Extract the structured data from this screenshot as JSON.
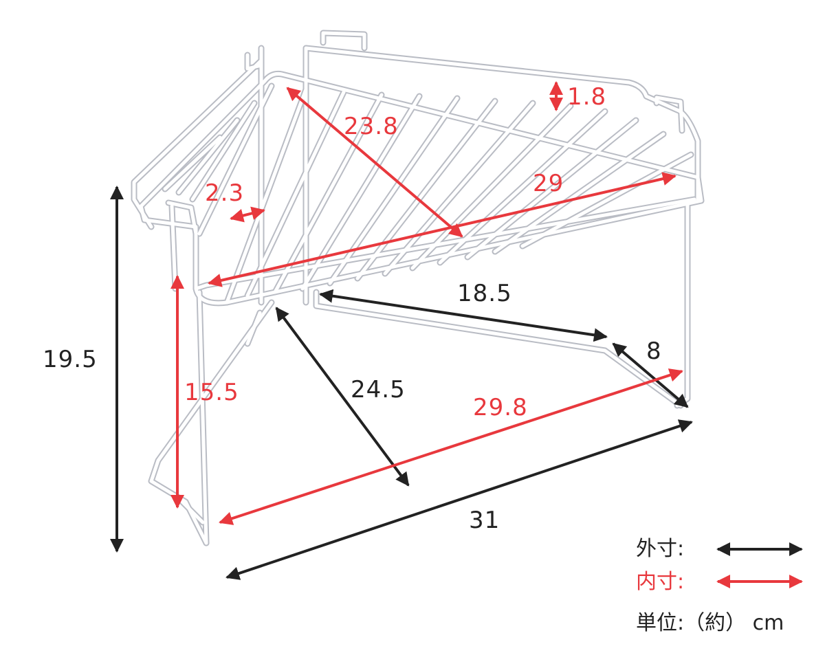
{
  "colors": {
    "outer_arrow": "#222222",
    "inner_arrow": "#e8383d",
    "wire": "#ffffff",
    "wire_outline": "#b9bcc4"
  },
  "dimensions": {
    "inner_width_depth_1": "23.8",
    "rim_height": "1.8",
    "wire_spacing": "2.3",
    "inner_width_front": "29",
    "leg_spacing": "18.5",
    "foot_depth": "8",
    "total_height": "19.5",
    "inner_height": "15.5",
    "outer_depth": "24.5",
    "inner_base_width": "29.8",
    "outer_width": "31"
  },
  "legend": {
    "outer_label": "外寸:",
    "inner_label": "内寸:",
    "unit": "単位:（約） cm"
  }
}
